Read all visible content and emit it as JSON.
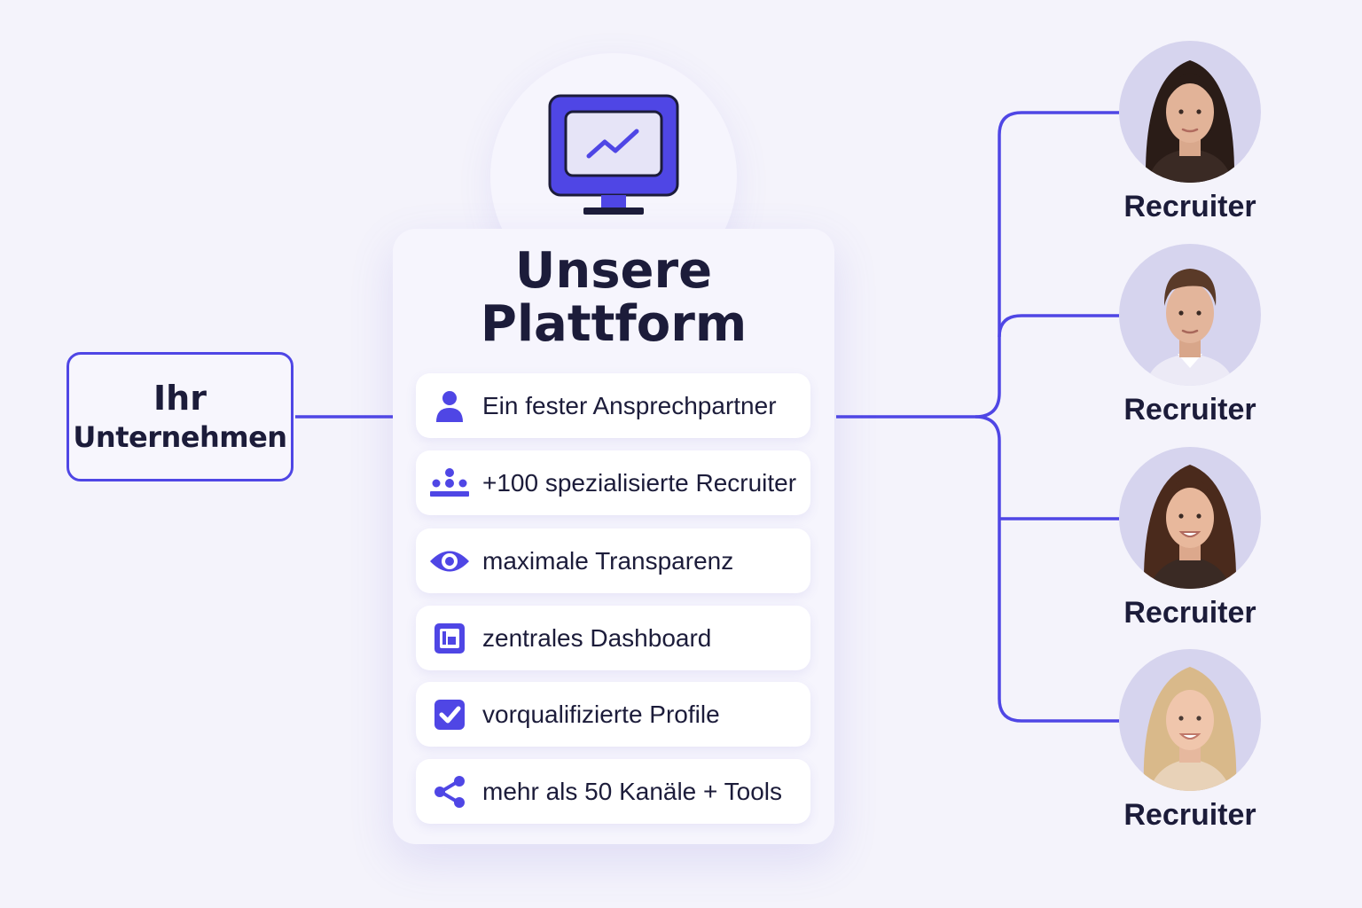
{
  "company": {
    "line1": "Ihr",
    "line2": "Unternehmen"
  },
  "platform": {
    "title_line1": "Unsere",
    "title_line2": "Plattform",
    "icon": "monitor-chart-icon"
  },
  "features": [
    {
      "label": "Ein fester Ansprechpartner",
      "icon": "person-icon"
    },
    {
      "label": "+100 spezialisierte Recruiter",
      "icon": "team-icon"
    },
    {
      "label": "maximale Transparenz",
      "icon": "eye-icon"
    },
    {
      "label": "zentrales Dashboard",
      "icon": "dashboard-icon"
    },
    {
      "label": "vorqualifizierte Profile",
      "icon": "checkbox-icon"
    },
    {
      "label": "mehr als 50 Kanäle + Tools",
      "icon": "share-icon"
    }
  ],
  "recruiters": [
    {
      "label": "Recruiter"
    },
    {
      "label": "Recruiter"
    },
    {
      "label": "Recruiter"
    },
    {
      "label": "Recruiter"
    }
  ],
  "colors": {
    "accent": "#4f46e5",
    "text": "#1c1c3a",
    "background": "#f4f3fb"
  }
}
